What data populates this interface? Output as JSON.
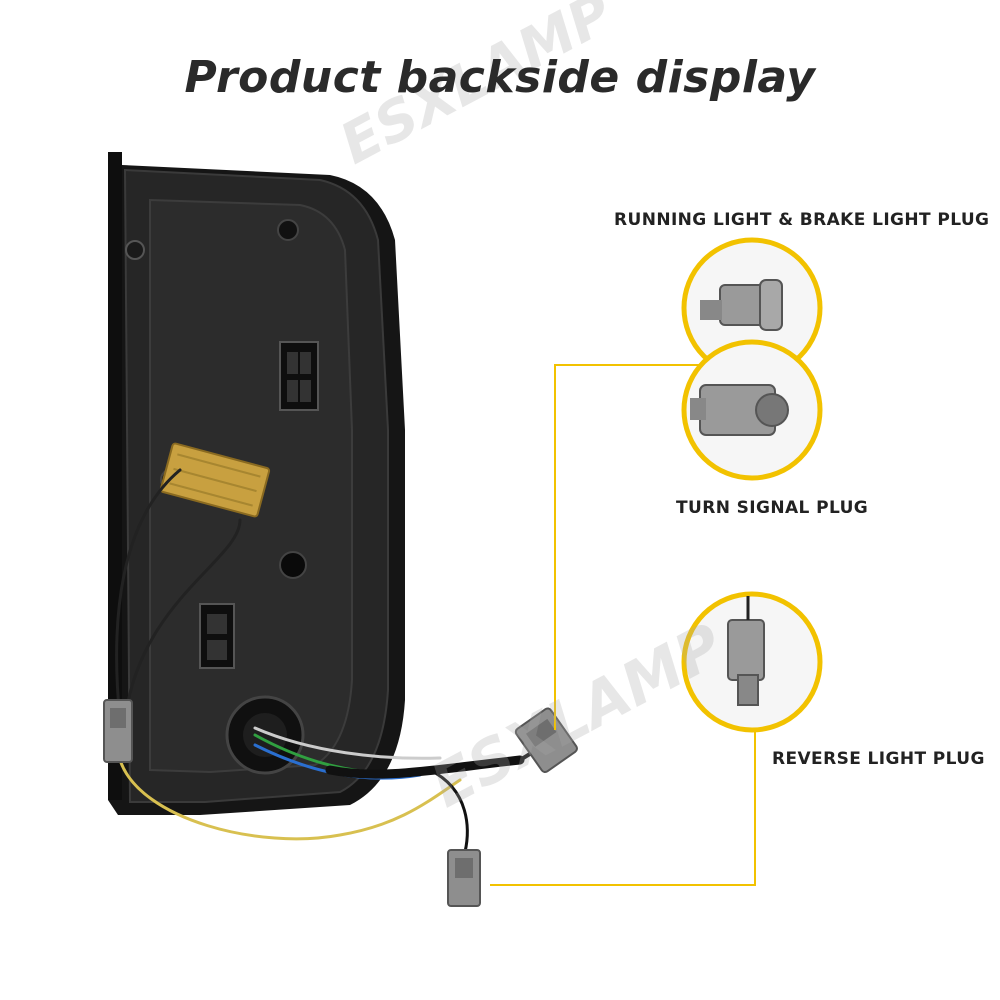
{
  "title": "Product backside display",
  "watermark": {
    "text_1": "ESXLAMP",
    "text_2": "ESXLAMP"
  },
  "callouts": {
    "running_brake": "RUNNING LIGHT & BRAKE LIGHT PLUG",
    "turn_signal": "TURN SIGNAL PLUG",
    "reverse": "REVERSE LIGHT PLUG"
  },
  "colors": {
    "accent": "#f2c200",
    "housing": "#1b1b1b",
    "connector": "#8e8e8e",
    "resistor": "#c8a040"
  }
}
